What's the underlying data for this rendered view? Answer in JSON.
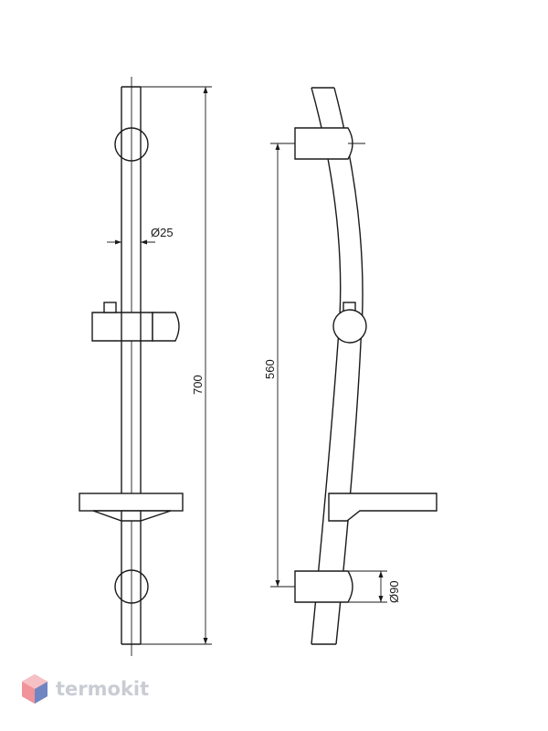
{
  "dimensions": {
    "total_length": "700",
    "bracket_spacing": "560",
    "rail_diameter": "Ø25",
    "bracket_diameter": "Ø90"
  },
  "brand": {
    "name": "termokit",
    "colors": {
      "logo_red": "#e8505b",
      "logo_blue": "#5b8fd6",
      "logo_text": "#c9ccd3"
    }
  }
}
